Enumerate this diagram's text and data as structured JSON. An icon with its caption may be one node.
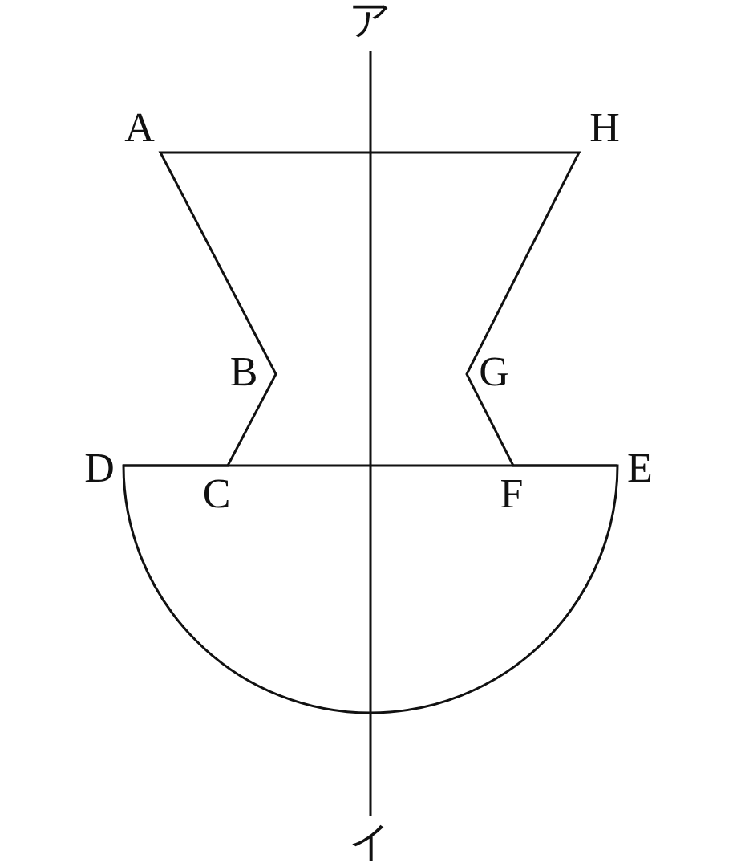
{
  "diagram": {
    "labels": [
      "ア",
      "A",
      "H",
      "B",
      "G",
      "D",
      "C",
      "F",
      "E",
      "イ"
    ]
  }
}
